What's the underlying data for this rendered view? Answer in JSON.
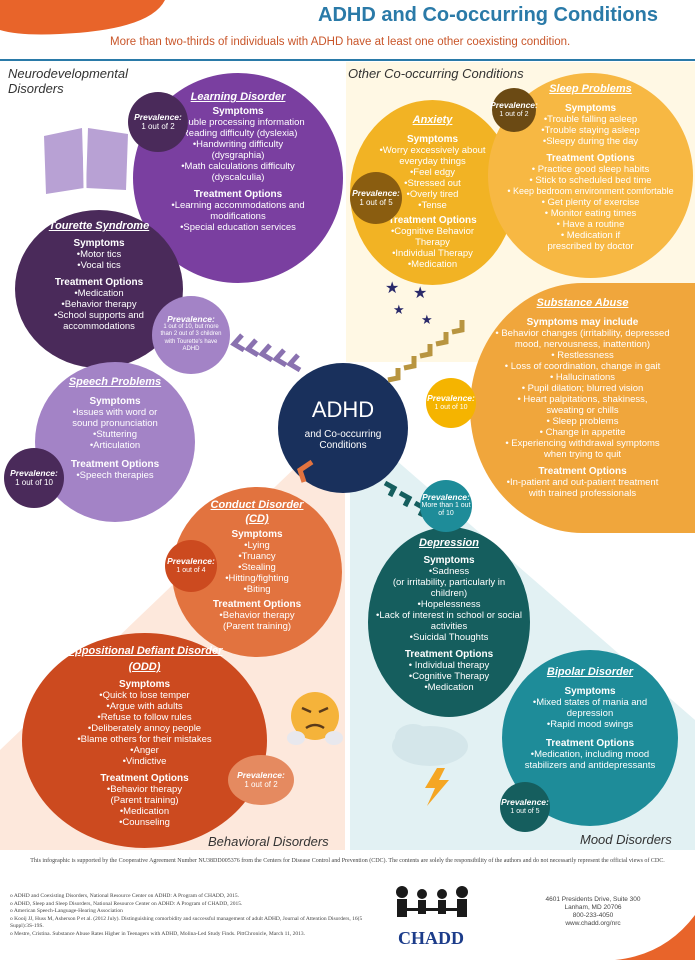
{
  "header": {
    "title": "ADHD and Co-occurring Conditions",
    "subtitle": "More than two-thirds of individuals with ADHD have at least one other coexisting condition."
  },
  "sections": {
    "neuro": "Neurodevelopmental Disorders",
    "other": "Other Co-occurring Conditions",
    "behavioral": "Behavioral Disorders",
    "mood": "Mood Disorders"
  },
  "center": {
    "title": "ADHD",
    "line1": "and Co-occurring",
    "line2": "Conditions"
  },
  "learning": {
    "title": "Learning Disorder",
    "sym_h": "Symptoms",
    "sym": [
      "•Trouble processing information",
      "•Reading difficulty (dyslexia)",
      "•Handwriting difficulty (dysgraphia)",
      "•Math calculations difficulty (dyscalculia)"
    ],
    "tx_h": "Treatment Options",
    "tx": [
      "•Learning accommodations and modifications",
      "•Special education services"
    ],
    "prev_l": "Prevalence:",
    "prev": "1 out of 2"
  },
  "tourette": {
    "title": "Tourette Syndrome",
    "sym_h": "Symptoms",
    "sym": [
      "•Motor tics",
      "•Vocal tics"
    ],
    "tx_h": "Treatment Options",
    "tx": [
      "•Medication",
      "•Behavior therapy",
      "•School supports and accommodations"
    ],
    "prev_l": "Prevalence:",
    "prev": "1 out of 10, but more than 2 out of 3 children with Tourette's have ADHD"
  },
  "speech": {
    "title": "Speech Problems",
    "sym_h": "Symptoms",
    "sym": [
      "•Issues with word or sound pronunciation",
      "•Stuttering",
      "•Articulation"
    ],
    "tx_h": "Treatment Options",
    "tx": [
      "•Speech therapies"
    ],
    "prev_l": "Prevalence:",
    "prev": "1 out of 10"
  },
  "anxiety": {
    "title": "Anxiety",
    "sym_h": "Symptoms",
    "sym": [
      "•Worry excessively about everyday things",
      "•Feel edgy",
      "•Stressed out",
      "•Overly tired",
      "•Tense"
    ],
    "tx_h": "Treatment Options",
    "tx": [
      "•Cognitive Behavior Therapy",
      "•Individual Therapy",
      "•Medication"
    ],
    "prev_l": "Prevalence:",
    "prev": "1 out of 5"
  },
  "sleep": {
    "title": "Sleep Problems",
    "sym_h": "Symptoms",
    "sym": [
      "•Trouble falling asleep",
      "•Trouble staying asleep",
      "•Sleepy during the day"
    ],
    "tx_h": "Treatment Options",
    "tx": [
      "• Practice good sleep habits",
      "• Stick to scheduled bed time",
      "• Keep bedroom environment comfortable",
      "• Get plenty of exercise",
      "• Monitor eating times",
      "• Have a routine",
      "• Medication if prescribed by doctor"
    ],
    "prev_l": "Prevalence:",
    "prev": "1 out of 2"
  },
  "substance": {
    "title": "Substance Abuse",
    "sym_h": "Symptoms may include",
    "sym": [
      "• Behavior changes (irritability, depressed mood, nervousness, inattention)",
      "• Restlessness",
      "• Loss of coordination, change in gait",
      "• Hallucinations",
      "• Pupil dilation; blurred vision",
      "• Heart palpitations, shakiness, sweating or chills",
      "• Sleep problems",
      "• Change in appetite",
      "• Experiencing withdrawal symptoms when trying to quit"
    ],
    "tx_h": "Treatment Options",
    "tx": [
      "•In-patient and out-patient treatment with trained professionals"
    ],
    "prev_l": "Prevalence:",
    "prev": "1 out of 10"
  },
  "conduct": {
    "title": "Conduct Disorder",
    "title2": "(CD)",
    "sym_h": "Symptoms",
    "sym": [
      "•Lying",
      "•Truancy",
      "•Stealing",
      "•Hitting/fighting",
      "•Biting"
    ],
    "tx_h": "Treatment Options",
    "tx": [
      "•Behavior therapy (Parent training)"
    ],
    "prev_l": "Prevalence:",
    "prev": "1 out of 4"
  },
  "odd": {
    "title": "Oppositional Defiant Disorder",
    "title2": "(ODD)",
    "sym_h": "Symptoms",
    "sym": [
      "•Quick to lose temper",
      "•Argue with adults",
      "•Refuse to follow rules",
      "•Deliberately annoy people",
      "•Blame others for their mistakes",
      "•Anger",
      "•Vindictive"
    ],
    "tx_h": "Treatment Options",
    "tx": [
      "•Behavior therapy",
      "(Parent training)",
      "•Medication",
      "•Counseling"
    ],
    "prev_l": "Prevalence:",
    "prev": "1 out of 2"
  },
  "depression": {
    "title": "Depression",
    "sym_h": "Symptoms",
    "sym": [
      "•Sadness",
      "(or irritability, particularly in children)",
      "•Hopelessness",
      "•Lack of interest in school or social activities",
      "•Suicidal Thoughts"
    ],
    "tx_h": "Treatment Options",
    "tx": [
      "• Individual therapy",
      "•Cognitive Therapy",
      "•Medication"
    ],
    "prev_l": "Prevalence:",
    "prev": "More than 1 out of 10"
  },
  "bipolar": {
    "title": "Bipolar Disorder",
    "sym_h": "Symptoms",
    "sym": [
      "•Mixed states of mania and depression",
      "•Rapid mood swings"
    ],
    "tx_h": "Treatment Options",
    "tx": [
      "•Medication, including mood stabilizers and antidepressants"
    ],
    "prev_l": "Prevalence:",
    "prev": "1 out of 5"
  },
  "footer": {
    "support": "This infographic is supported by the Cooperative Agreement Number NU38DD005376 from the Centers for Disease Control and Prevention (CDC). The contents are solely the responsibility of the authors and do not necessarily represent the official views of CDC.",
    "refs": [
      "o   ADHD and Coexisting Disorders, National Resource Center on ADHD: A Program of CHADD, 2015.",
      "o   ADHD, Sleep and Sleep Disorders, National Resource Center on ADHD: A Program of CHADD, 2015.",
      "o   American Speech-Language-Hearing Association",
      "o   Kooij JJ, Huss M, Asherson P et al. (2012 July). Distinguishing comorbidity and successful management of adult ADHD, Journal of Attention Disorders, 16(5 Suppl):3S-19S.",
      "o   Mestre, Cristina. Substance Abuse Rates Higher in Teenagers with ADHD, Molina-Led Study Finds. PittChronicle, March 11, 2013."
    ],
    "address": [
      "4601 Presidents Drive, Suite 300",
      "Lanham, MD 20706",
      "800-233-4050",
      "www.chadd.org/nrc"
    ],
    "logo": "CHADD"
  },
  "colors": {
    "learning": "#7a3fa0",
    "tourette": "#4a2a5a",
    "speech": "#a383c6",
    "anxiety": "#f2b324",
    "sleep": "#f7b843",
    "substance": "#f0a63c",
    "conduct": "#e2733f",
    "odd": "#cc4a1f",
    "depression": "#155e5e",
    "bipolar": "#1e8c99",
    "center": "#19305c"
  }
}
